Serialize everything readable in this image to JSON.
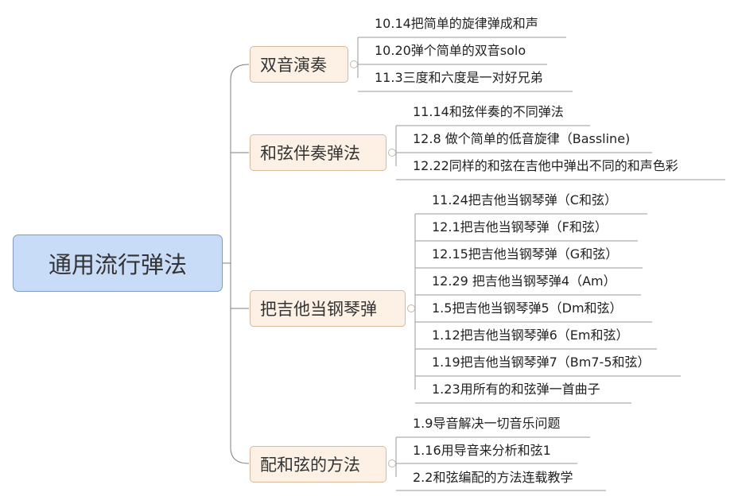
{
  "root": {
    "title": "通用流行弹法"
  },
  "branches": [
    {
      "label": "双音演奏",
      "leaves": [
        "10.14把简单的旋律弹成和声",
        "10.20弹个简单的双音solo",
        "11.3三度和六度是一对好兄弟"
      ]
    },
    {
      "label": "和弦伴奏弹法",
      "leaves": [
        "11.14和弦伴奏的不同弹法",
        "12.8 做个简单的低音旋律（Bassline)",
        "12.22同样的和弦在吉他中弹出不同的和声色彩"
      ]
    },
    {
      "label": "把吉他当钢琴弹",
      "leaves": [
        "11.24把吉他当钢琴弹（C和弦）",
        "12.1把吉他当钢琴弹（F和弦）",
        "12.15把吉他当钢琴弹（G和弦）",
        "12.29 把吉他当钢琴弹4（Am）",
        "1.5把吉他当钢琴弹5（Dm和弦）",
        "1.12把吉他当钢琴弹6（Em和弦）",
        "1.19把吉他当钢琴弹7（Bm7-5和弦）",
        "1.23用所有的和弦弹一首曲子"
      ]
    },
    {
      "label": "配和弦的方法",
      "leaves": [
        "1.9导音解决一切音乐问题",
        "1.16用导音来分析和弦1",
        "2.2和弦编配的方法连载教学"
      ]
    }
  ]
}
